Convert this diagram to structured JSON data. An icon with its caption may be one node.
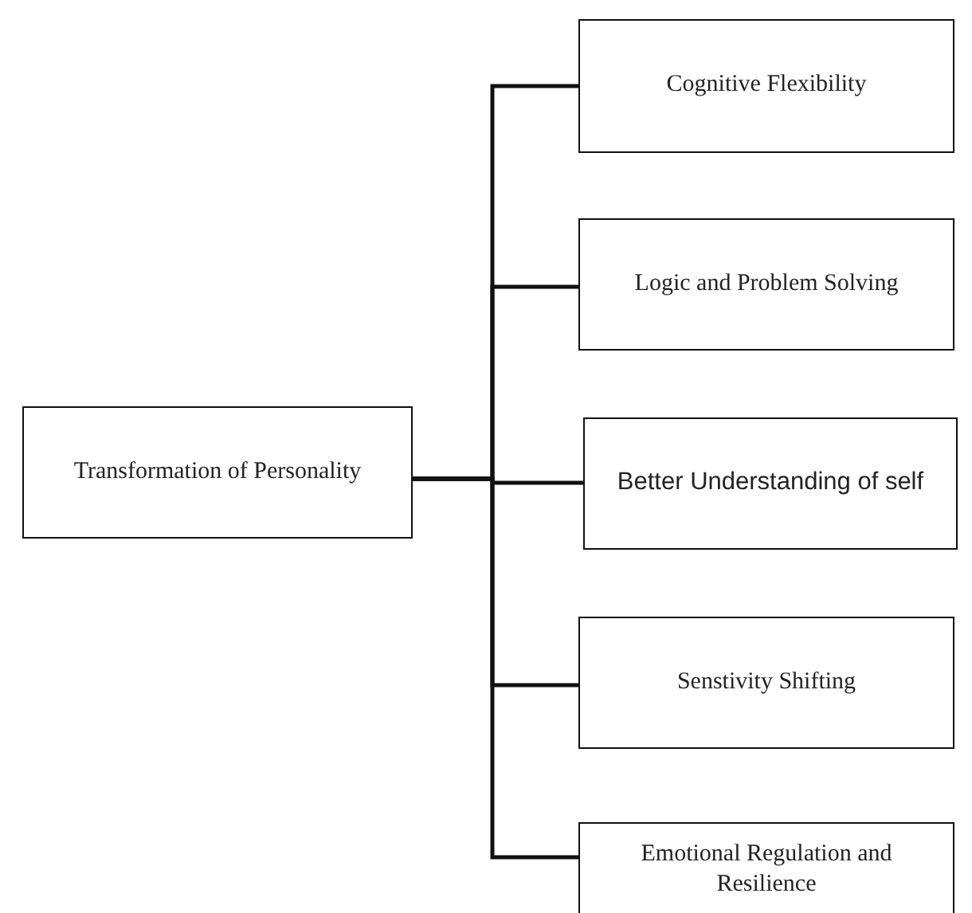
{
  "diagram": {
    "nodes": [
      {
        "text": [
          "Transformation of Personality"
        ]
      },
      {
        "text": [
          "Cognitive Flexibility"
        ]
      },
      {
        "text": [
          "Logic and Problem Solving"
        ]
      },
      {
        "text": [
          "Better Understanding of self"
        ]
      },
      {
        "text": [
          "Senstivity Shifting"
        ]
      },
      {
        "text": [
          "Emotional Regulation and Resilience"
        ]
      }
    ],
    "edges": [
      {
        "from": 0,
        "to": 1,
        "arrow": "none"
      },
      {
        "from": 0,
        "to": 2,
        "arrow": "none"
      },
      {
        "from": 0,
        "to": 3,
        "arrow": "none"
      },
      {
        "from": 0,
        "to": 4,
        "arrow": "none"
      },
      {
        "from": 0,
        "to": 5,
        "arrow": "none"
      }
    ]
  }
}
